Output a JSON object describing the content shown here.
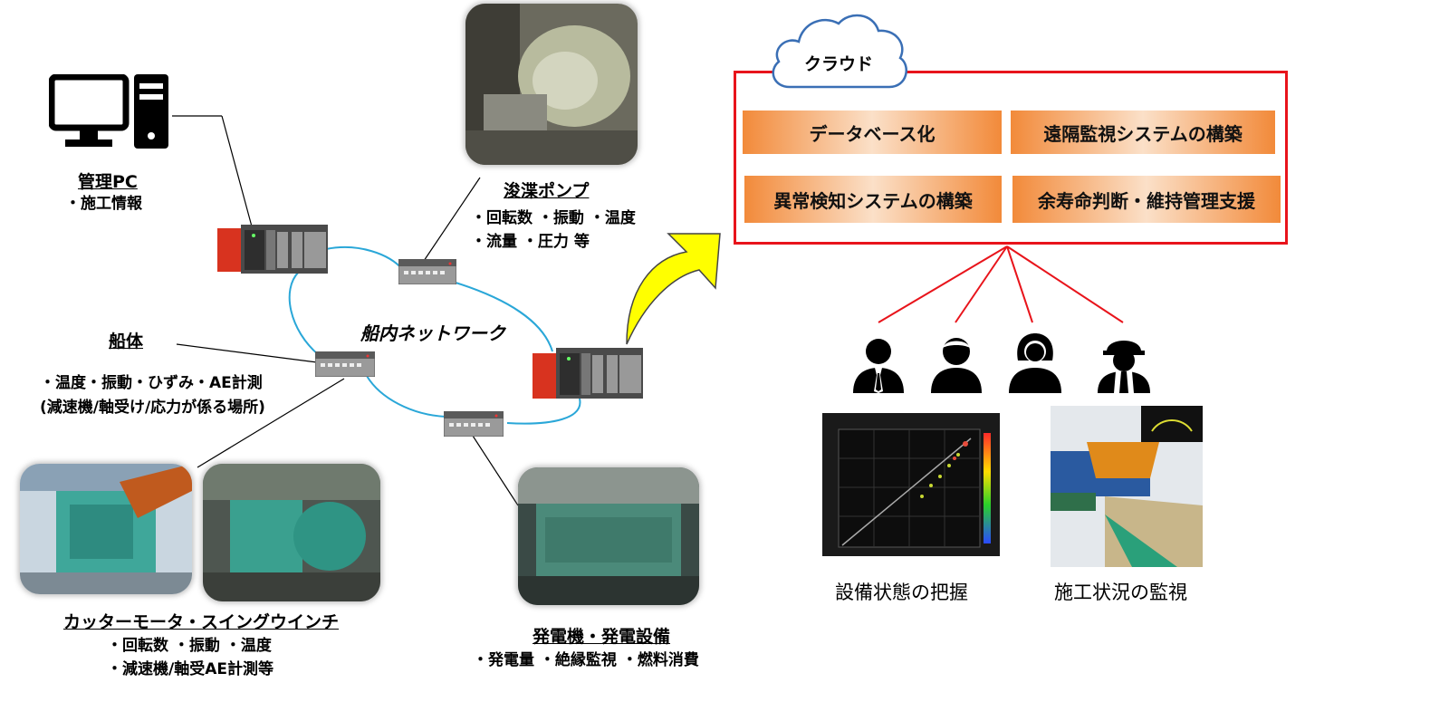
{
  "network_label": "船内ネットワーク",
  "pc": {
    "title": "管理PC",
    "items": [
      "・施工情報"
    ]
  },
  "pump": {
    "title": "浚渫ポンプ",
    "items": [
      "・回転数 ・振動 ・温度",
      "・流量 ・圧力 等"
    ]
  },
  "hull": {
    "title": "船体",
    "items": [
      "・温度・振動・ひずみ・AE計測",
      "(減速機/軸受け/応力が係る場所)"
    ]
  },
  "cutter": {
    "title": "カッターモータ・スイングウインチ",
    "items": [
      "・回転数 ・振動 ・温度",
      "・減速機/軸受AE計測等"
    ]
  },
  "generator": {
    "title": "発電機・発電設備",
    "items": [
      "・発電量 ・絶縁監視 ・燃料消費"
    ]
  },
  "cloud": {
    "label": "クラウド",
    "functions": [
      "データベース化",
      "遠隔監視システムの構築",
      "異常検知システムの構築",
      "余寿命判断・維持管理支援"
    ]
  },
  "captions": {
    "equipment": "設備状態の把握",
    "construction": "施工状況の監視"
  },
  "colors": {
    "network_line": "#2aa7d8",
    "cloud_border": "#e8141b",
    "arrow_fill": "#ffff00",
    "orange": "#f28a3a"
  },
  "icons": [
    "desktop-pc-icon",
    "user-businessman-icon",
    "user-man-icon",
    "user-woman-icon",
    "user-worker-helmet-icon"
  ]
}
